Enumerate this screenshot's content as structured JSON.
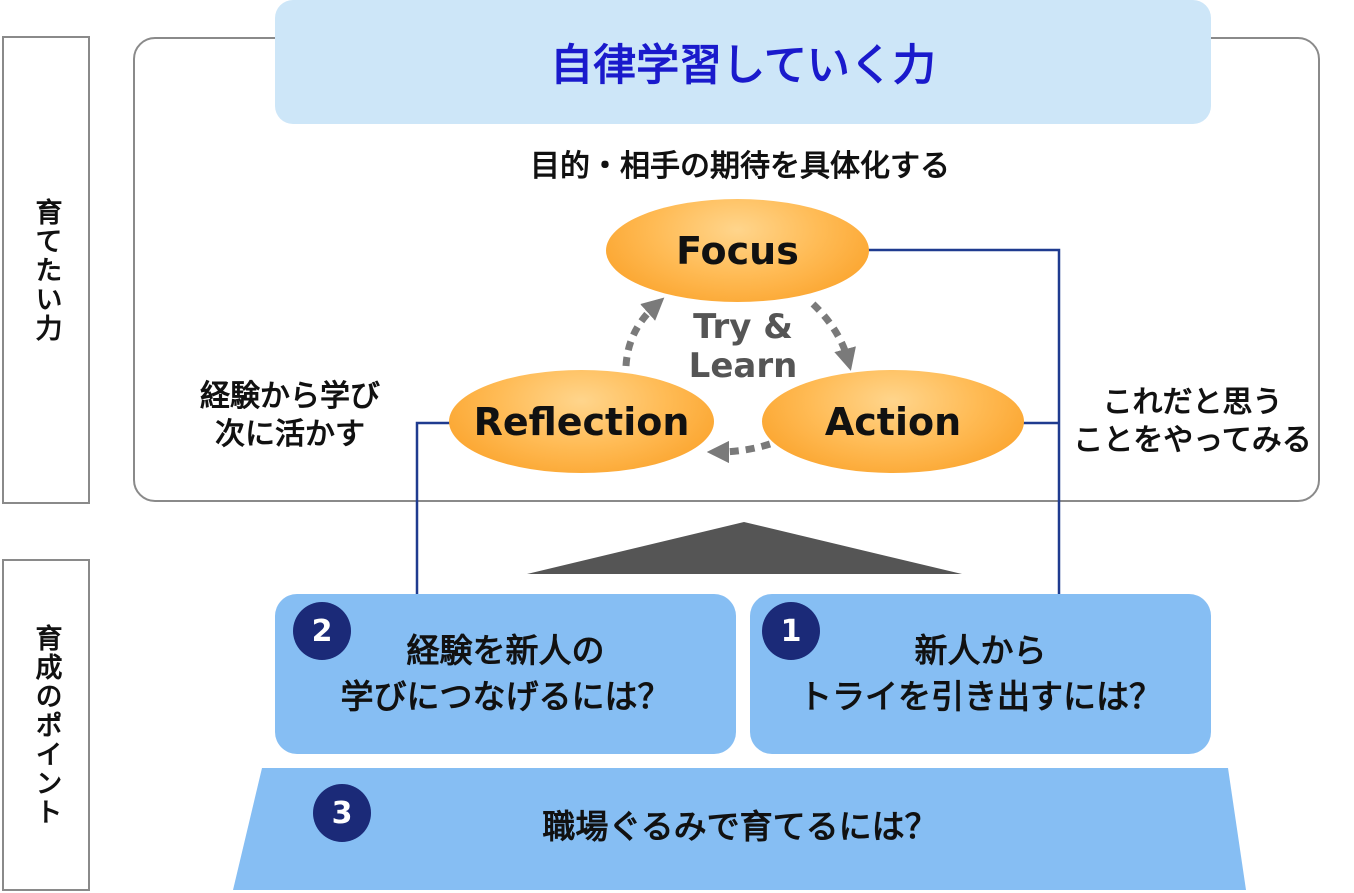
{
  "side_labels": {
    "top": "育てたい力",
    "bottom": "育成のポイント"
  },
  "title": "自律学習していく力",
  "captions": {
    "focus": "目的・相手の期待を具体化する",
    "reflection_line1": "経験から学び",
    "reflection_line2": "次に活かす",
    "action_line1": "これだと思う",
    "action_line2": "ことをやってみる"
  },
  "cycle": {
    "focus": "Focus",
    "action": "Action",
    "reflection": "Reflection",
    "center_line1": "Try &",
    "center_line2": "Learn"
  },
  "points": [
    {
      "number": "2",
      "line1": "経験を新人の",
      "line2": "学びにつなげるには？"
    },
    {
      "number": "1",
      "line1": "新人から",
      "line2": "トライを引き出すには？"
    },
    {
      "number": "3",
      "line1": "職場ぐるみで育てるには？"
    }
  ],
  "colors": {
    "title_text": "#1a1acc",
    "title_bg": "#cde6f8",
    "ellipse_orange": "#f99a1c",
    "point_box": "#86bef3",
    "number_circle": "#1b2a78",
    "connector_line": "#1f3b8f",
    "arrow_gray": "#7a7a7a",
    "triangle": "#555555"
  }
}
